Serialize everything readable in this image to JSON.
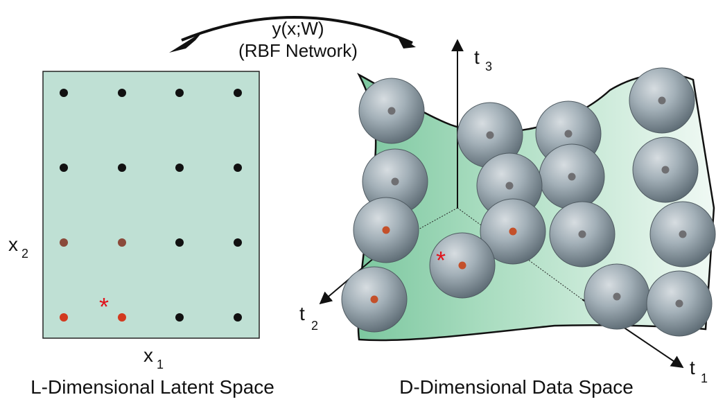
{
  "mapping": {
    "line1": "y(x;W)",
    "line2": "(RBF Network)"
  },
  "latent": {
    "x1_label": "x",
    "x1_sub": "1",
    "x2_label": "x",
    "x2_sub": "2",
    "caption": "L-Dimensional Latent Space",
    "star": "*",
    "colors": {
      "panel": "#bfe0d4",
      "point_dark": "#111111",
      "point_brown": "#8a4a3a",
      "point_red": "#d23a1f",
      "star": "#e0141c"
    },
    "grid": {
      "rows": [
        [
          "dark",
          "dark",
          "dark",
          "dark"
        ],
        [
          "dark",
          "dark",
          "dark",
          "dark"
        ],
        [
          "brown",
          "brown",
          "dark",
          "dark"
        ],
        [
          "red",
          "red",
          "dark",
          "dark"
        ]
      ]
    }
  },
  "data_space": {
    "t1_label": "t",
    "t1_sub": "1",
    "t2_label": "t",
    "t2_sub": "2",
    "t3_label": "t",
    "t3_sub": "3",
    "caption": "D-Dimensional Data Space",
    "star": "*",
    "colors": {
      "manifold_dark": "#7fcaa2",
      "manifold_light": "#eef8f2",
      "sphere": "#8a99a3",
      "center_gray": "#6f6f72",
      "center_red": "#c4502a"
    }
  }
}
